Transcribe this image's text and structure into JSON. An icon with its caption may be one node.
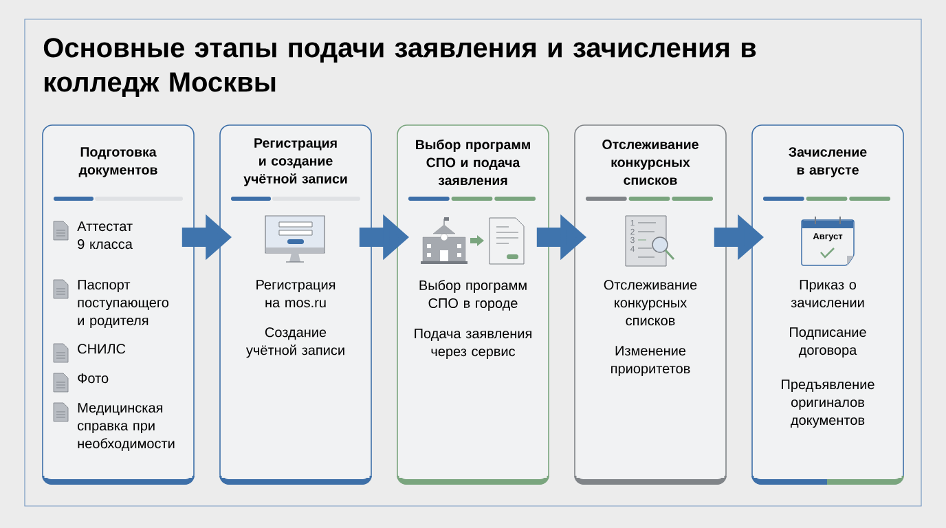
{
  "diagram": {
    "title": "Основные этапы подачи заявления и зачисления в колледж Москвы",
    "nodes": [
      {
        "text": [
          "Подготовка документов",
          "Аттестат 9 класса",
          "Паспорт поступающего и родителя",
          "СНИЛС",
          "Фото",
          "Медицинская справка при необходимости"
        ]
      },
      {
        "text": [
          "Регистрация и создание учётной записи",
          "Регистрация на mos.ru",
          "Создание учётной записи"
        ]
      },
      {
        "text": [
          "Выбор программ СПО и подача заявления",
          "Выбор программ СПО в городе",
          "Подача заявления через сервис"
        ]
      },
      {
        "text": [
          "Отслеживание конкурсных списков",
          "Отслеживание конкурсных списков",
          "Изменение приоритетов"
        ]
      },
      {
        "text": [
          "Зачисление в августе",
          "Приказ о зачислении",
          "Подписание договора",
          "Предъявление оригиналов документов"
        ]
      }
    ],
    "edges": [
      {
        "from": 0,
        "to": 1,
        "arrow": "to"
      },
      {
        "from": 1,
        "to": 2,
        "arrow": "to"
      },
      {
        "from": 2,
        "to": 3,
        "arrow": "to"
      },
      {
        "from": 3,
        "to": 4,
        "arrow": "to"
      }
    ],
    "labels": [
      "1",
      "2",
      "3",
      "4",
      "Август"
    ]
  }
}
